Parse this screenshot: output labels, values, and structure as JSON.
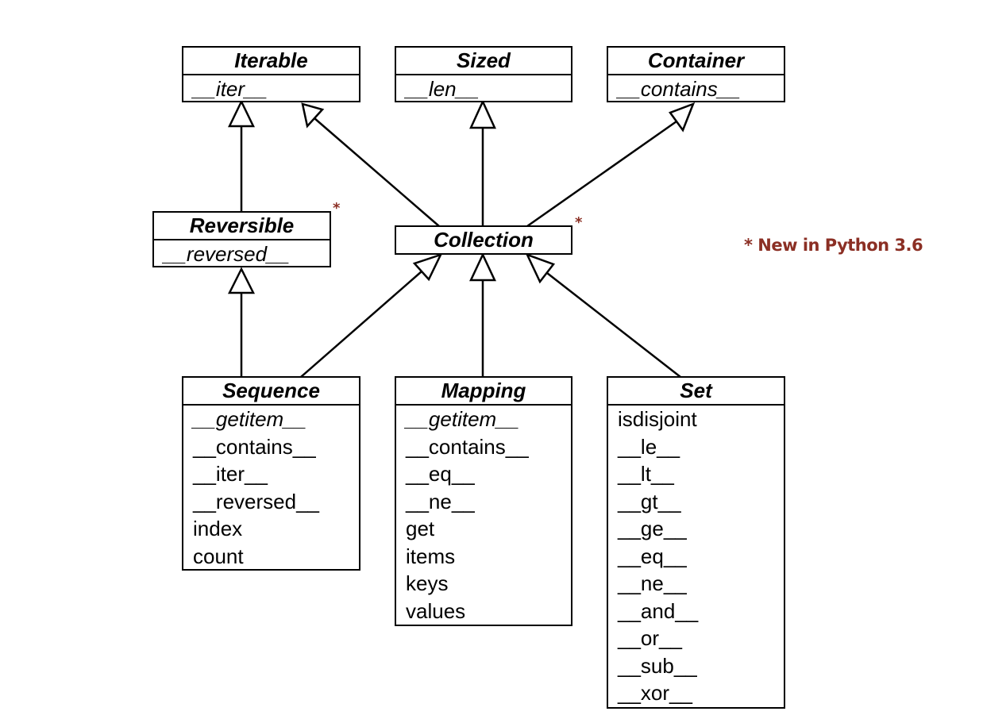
{
  "classes": {
    "iterable": {
      "name": "Iterable",
      "methods": [
        {
          "text": "__iter__",
          "abstract": true
        }
      ]
    },
    "sized": {
      "name": "Sized",
      "methods": [
        {
          "text": "__len__",
          "abstract": true
        }
      ]
    },
    "container": {
      "name": "Container",
      "methods": [
        {
          "text": "__contains__",
          "abstract": true
        }
      ]
    },
    "reversible": {
      "name": "Reversible",
      "methods": [
        {
          "text": "__reversed__",
          "abstract": true
        }
      ]
    },
    "collection": {
      "name": "Collection",
      "methods": []
    },
    "sequence": {
      "name": "Sequence",
      "methods": [
        {
          "text": "__getitem__",
          "abstract": true
        },
        {
          "text": "__contains__",
          "abstract": false
        },
        {
          "text": "__iter__",
          "abstract": false
        },
        {
          "text": "__reversed__",
          "abstract": false
        },
        {
          "text": "index",
          "abstract": false
        },
        {
          "text": "count",
          "abstract": false
        }
      ]
    },
    "mapping": {
      "name": "Mapping",
      "methods": [
        {
          "text": "__getitem__",
          "abstract": true
        },
        {
          "text": "__contains__",
          "abstract": false
        },
        {
          "text": "__eq__",
          "abstract": false
        },
        {
          "text": "__ne__",
          "abstract": false
        },
        {
          "text": "get",
          "abstract": false
        },
        {
          "text": "items",
          "abstract": false
        },
        {
          "text": "keys",
          "abstract": false
        },
        {
          "text": "values",
          "abstract": false
        }
      ]
    },
    "set": {
      "name": "Set",
      "methods": [
        {
          "text": "isdisjoint",
          "abstract": false
        },
        {
          "text": "__le__",
          "abstract": false
        },
        {
          "text": "__lt__",
          "abstract": false
        },
        {
          "text": "__gt__",
          "abstract": false
        },
        {
          "text": "__ge__",
          "abstract": false
        },
        {
          "text": "__eq__",
          "abstract": false
        },
        {
          "text": "__ne__",
          "abstract": false
        },
        {
          "text": "__and__",
          "abstract": false
        },
        {
          "text": "__or__",
          "abstract": false
        },
        {
          "text": "__sub__",
          "abstract": false
        },
        {
          "text": "__xor__",
          "abstract": false
        }
      ]
    }
  },
  "inheritance": [
    {
      "child": "Reversible",
      "parent": "Iterable"
    },
    {
      "child": "Collection",
      "parent": "Iterable"
    },
    {
      "child": "Collection",
      "parent": "Sized"
    },
    {
      "child": "Collection",
      "parent": "Container"
    },
    {
      "child": "Sequence",
      "parent": "Reversible"
    },
    {
      "child": "Sequence",
      "parent": "Collection"
    },
    {
      "child": "Mapping",
      "parent": "Collection"
    },
    {
      "child": "Set",
      "parent": "Collection"
    }
  ],
  "new_marker": "*",
  "note": "* New in Python 3.6",
  "colors": {
    "note": "#8b2f24",
    "line": "#000000"
  }
}
